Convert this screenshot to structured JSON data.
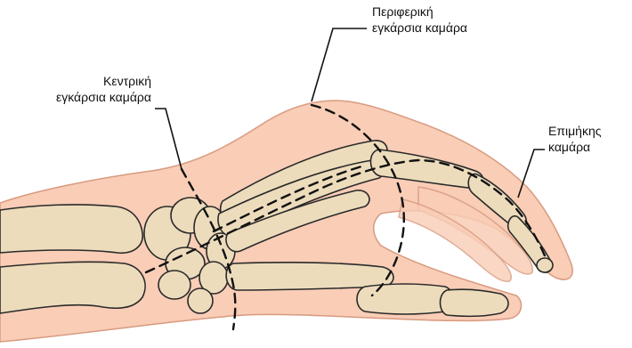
{
  "labels": {
    "central_arch": {
      "line1": "Κεντρική",
      "line2": "εγκάρσια καμάρα"
    },
    "peripheral_arch": {
      "line1": "Περιφερική",
      "line2": "εγκάρσια καμάρα"
    },
    "longitudinal_arch": {
      "line1": "Επιμήκης",
      "line2": "καμάρα"
    }
  },
  "colors": {
    "skin": "#f9cdb6",
    "skin_outline": "#d89a80",
    "bone": "#eddcbc",
    "bone_outline": "#2a2a2a",
    "arch_line": "#111111"
  }
}
